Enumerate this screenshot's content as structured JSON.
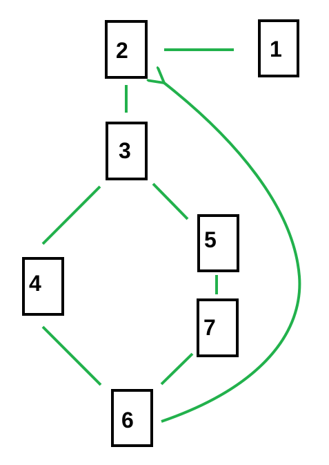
{
  "diagram": {
    "edge_color": "#22b14c",
    "nodes": [
      {
        "id": "1",
        "label": "1"
      },
      {
        "id": "2",
        "label": "2"
      },
      {
        "id": "3",
        "label": "3"
      },
      {
        "id": "4",
        "label": "4"
      },
      {
        "id": "5",
        "label": "5"
      },
      {
        "id": "6",
        "label": "6"
      },
      {
        "id": "7",
        "label": "7"
      }
    ],
    "edges": [
      {
        "from": "2",
        "to": "1",
        "directed": false
      },
      {
        "from": "2",
        "to": "3",
        "directed": false
      },
      {
        "from": "3",
        "to": "4",
        "directed": false
      },
      {
        "from": "3",
        "to": "5",
        "directed": false
      },
      {
        "from": "5",
        "to": "7",
        "directed": false
      },
      {
        "from": "4",
        "to": "6",
        "directed": false
      },
      {
        "from": "7",
        "to": "6",
        "directed": false
      },
      {
        "from": "6",
        "to": "2",
        "directed": true,
        "curved": true
      }
    ]
  }
}
